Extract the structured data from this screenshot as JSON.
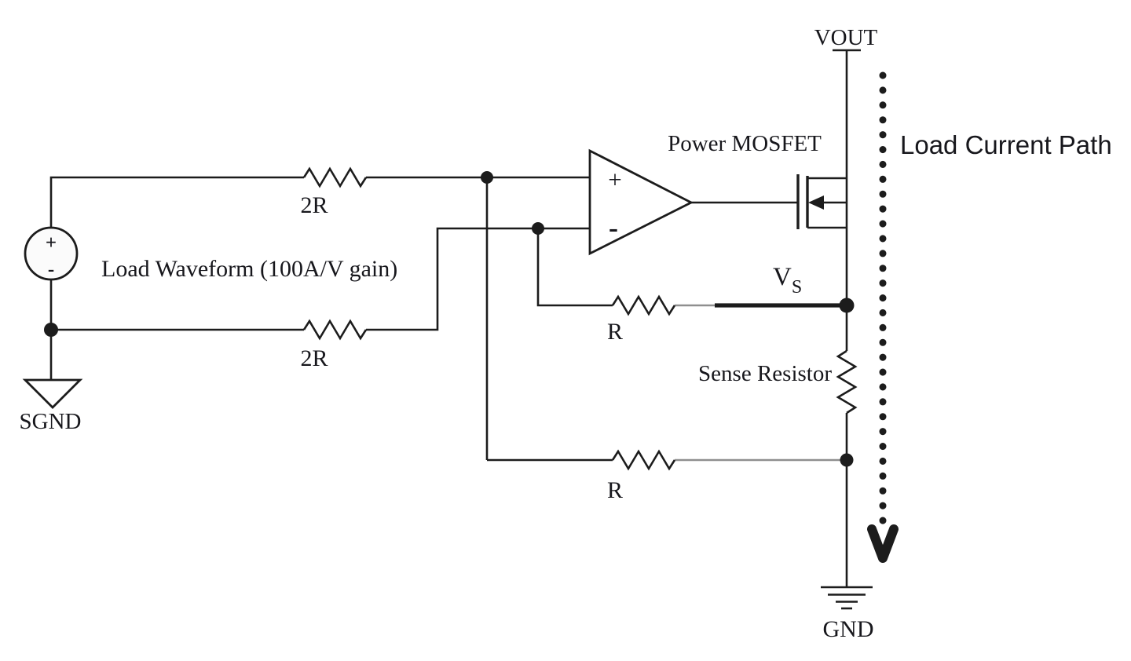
{
  "colors": {
    "wire": "#1c1c1c",
    "wire_gray": "#8f8f8f",
    "text": "#17171c",
    "background": "#ffffff"
  },
  "nodes": {
    "vout_label": "VOUT",
    "vs_label": "V",
    "vs_subscript": "S",
    "gnd_label": "GND",
    "sgnd_label": "SGND"
  },
  "components": {
    "source": {
      "label": "Load Waveform (100A/V gain)",
      "plus": "+",
      "minus": "-"
    },
    "opamp": {
      "plus_input": "+",
      "minus_input": "-"
    },
    "mosfet": {
      "label": "Power MOSFET"
    },
    "resistors": {
      "top_2r": "2R",
      "bottom_2r": "2R",
      "top_r": "R",
      "bottom_r": "R",
      "sense": "Sense Resistor"
    }
  },
  "annotations": {
    "load_current_path": "Load Current Path"
  }
}
